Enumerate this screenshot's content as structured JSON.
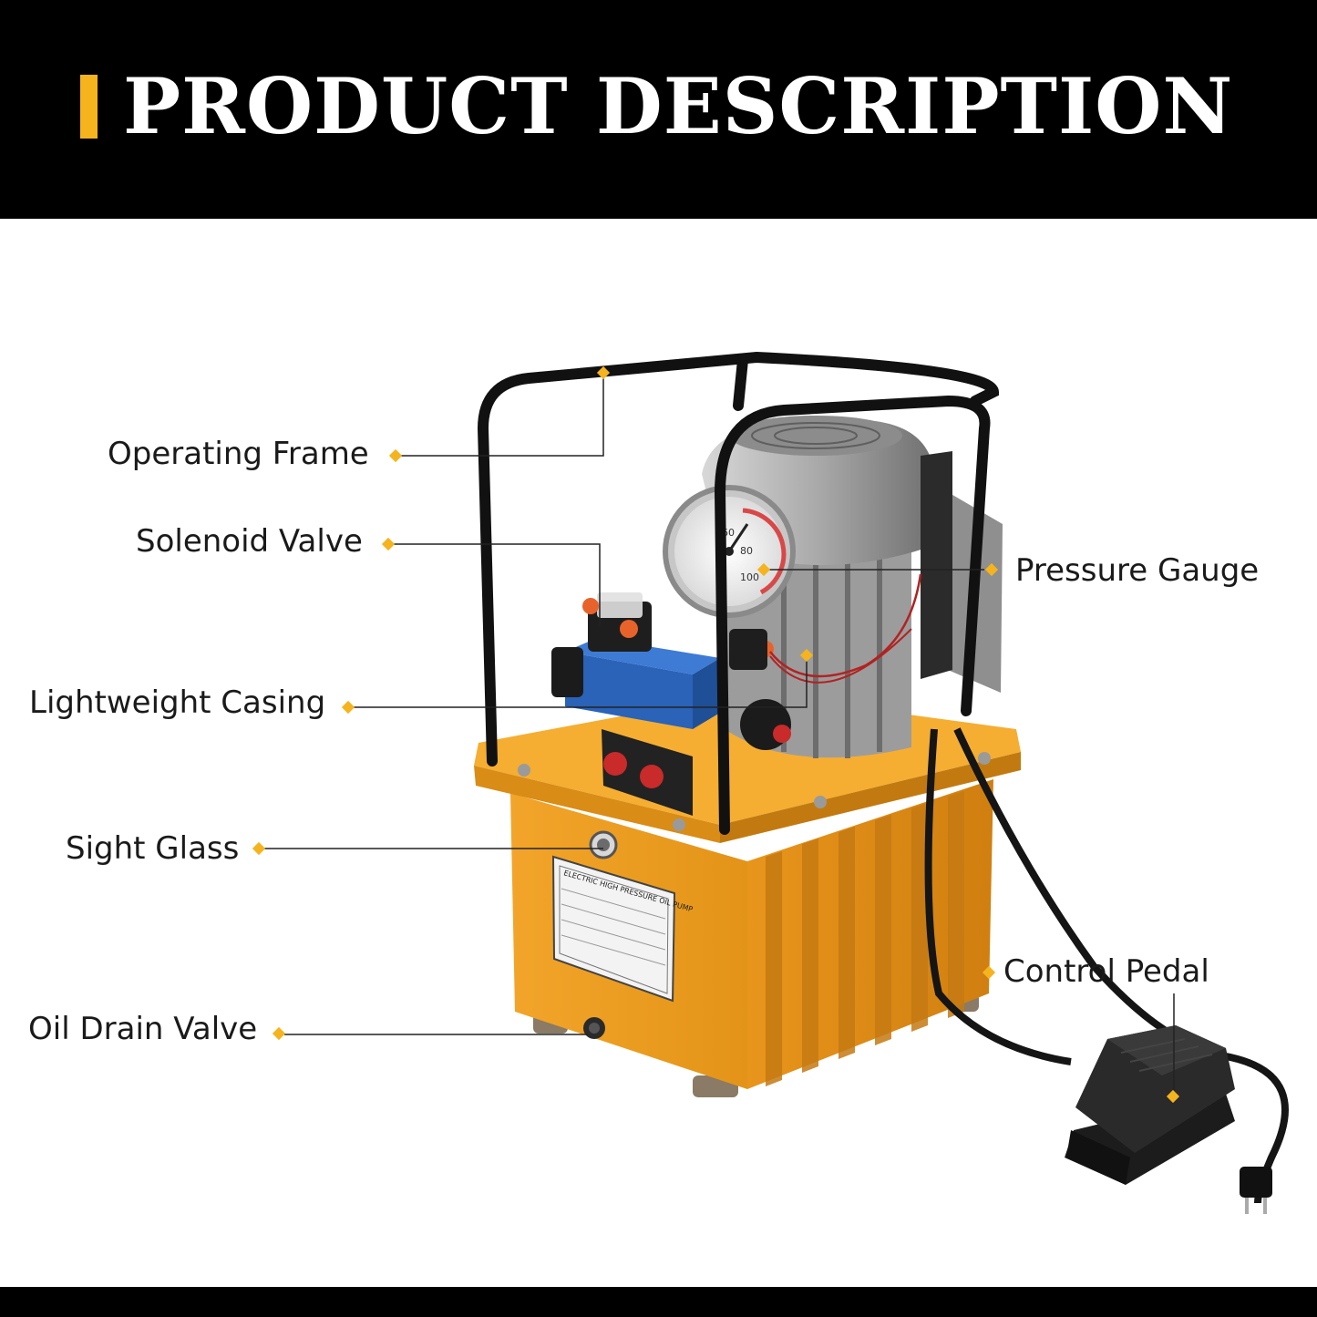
{
  "header": {
    "title": "PRODUCT DESCRIPTION",
    "accent_color": "#f5b41e",
    "background_color": "#000000"
  },
  "product": {
    "name_plate": "ELECTRIC HIGH PRESSURE OIL PUMP",
    "gauge_marks": [
      "60",
      "80",
      "100"
    ]
  },
  "callouts": [
    {
      "id": "operating-frame",
      "label": "Operating Frame"
    },
    {
      "id": "solenoid-valve",
      "label": "Solenoid Valve"
    },
    {
      "id": "lightweight-casing",
      "label": "Lightweight Casing"
    },
    {
      "id": "sight-glass",
      "label": "Sight Glass"
    },
    {
      "id": "oil-drain-valve",
      "label": "Oil Drain Valve"
    },
    {
      "id": "pressure-gauge",
      "label": "Pressure Gauge"
    },
    {
      "id": "control-pedal",
      "label": "Control Pedal"
    }
  ],
  "marker_color": "#f5b41e"
}
